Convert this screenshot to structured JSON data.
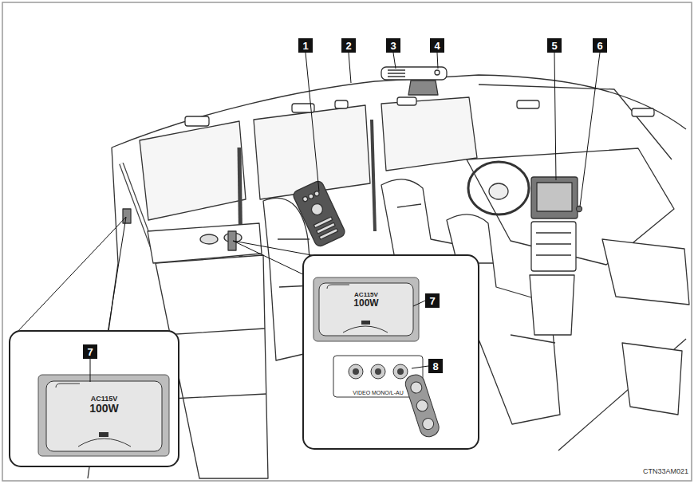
{
  "diagram": {
    "nodes": [
      {
        "text": [
          "1"
        ]
      },
      {
        "text": [
          "2"
        ]
      },
      {
        "text": [
          "3"
        ]
      },
      {
        "text": [
          "4"
        ]
      },
      {
        "text": [
          "5"
        ]
      },
      {
        "text": [
          "6"
        ]
      },
      {
        "text": [
          "7"
        ]
      },
      {
        "text": [
          "AC115V",
          "100W"
        ]
      },
      {
        "text": [
          "7"
        ]
      },
      {
        "text": [
          "AC115V",
          "100W"
        ]
      },
      {
        "text": [
          "8"
        ]
      },
      {
        "text": [
          "VIDEO MONO/L-AU"
        ]
      }
    ],
    "labels": [
      "CTN33AM021"
    ]
  }
}
